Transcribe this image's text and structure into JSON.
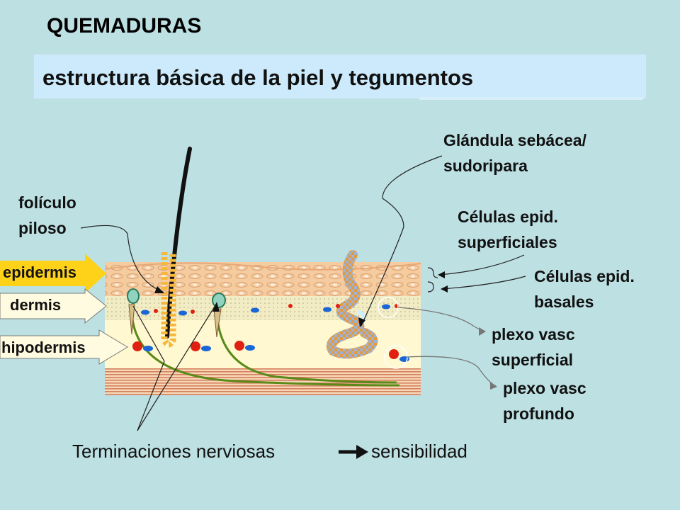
{
  "title": "QUEMADURAS",
  "subtitle": "estructura básica de la piel y tegumentos",
  "labels": {
    "folicle_line1": "folículo",
    "folicle_line2": "piloso",
    "gland_line1": "Glándula sebácea/",
    "gland_line2": "sudoripara",
    "superficial_cells_line1": "Células epid.",
    "superficial_cells_line2": "superficiales",
    "basal_cells_line1": "Células epid.",
    "basal_cells_line2": "basales",
    "plexo_sup_line1": "plexo vasc",
    "plexo_sup_line2": "superficial",
    "plexo_prof_line1": "plexo vasc",
    "plexo_prof_line2": "profundo"
  },
  "layers": {
    "epidermis": "epidermis",
    "dermis": "dermis",
    "hipodermis": "hipodermis"
  },
  "bottom": {
    "nerve_endings": "Terminaciones nerviosas",
    "sensibility": "sensibilidad"
  },
  "colors": {
    "background": "#bde0e3",
    "epidermis_arrow": "#ffd21a",
    "epidermis": "#f3c9a0",
    "dermis": "#f3ebc2",
    "hipodermis": "#fff8d0",
    "deep_layer": "#e8a090",
    "follicle": "#f5b83c",
    "nerve": "#5a8a1a",
    "vessel_red": "#e02010",
    "vessel_blue": "#1a66d6"
  }
}
